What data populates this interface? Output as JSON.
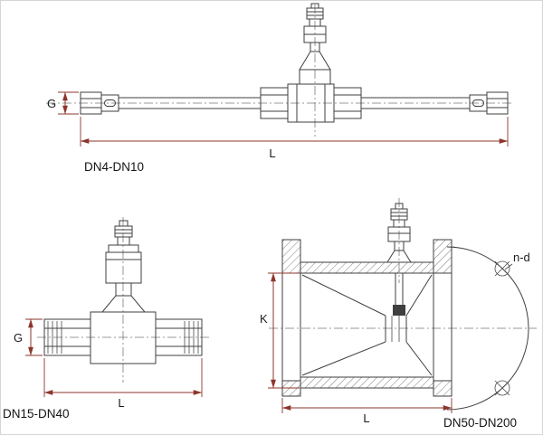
{
  "drawing_type": "turbine-flowmeter-dimension-drawing",
  "colors": {
    "object_line": "#3f3f3f",
    "dimension_line": "#8d352b",
    "centerline": "#7a7a7a",
    "label_text": "#1c1c1c",
    "background": "#ffffff"
  },
  "views": {
    "dn4_dn10": {
      "caption": "DN4-DN10",
      "dim_g": "G",
      "dim_l": "L"
    },
    "dn15_dn40": {
      "caption": "DN15-DN40",
      "dim_g": "G",
      "dim_l": "L"
    },
    "dn50_dn200": {
      "caption": "DN50-DN200",
      "dim_k": "K",
      "dim_l": "L",
      "dim_nd": "n-d"
    }
  }
}
